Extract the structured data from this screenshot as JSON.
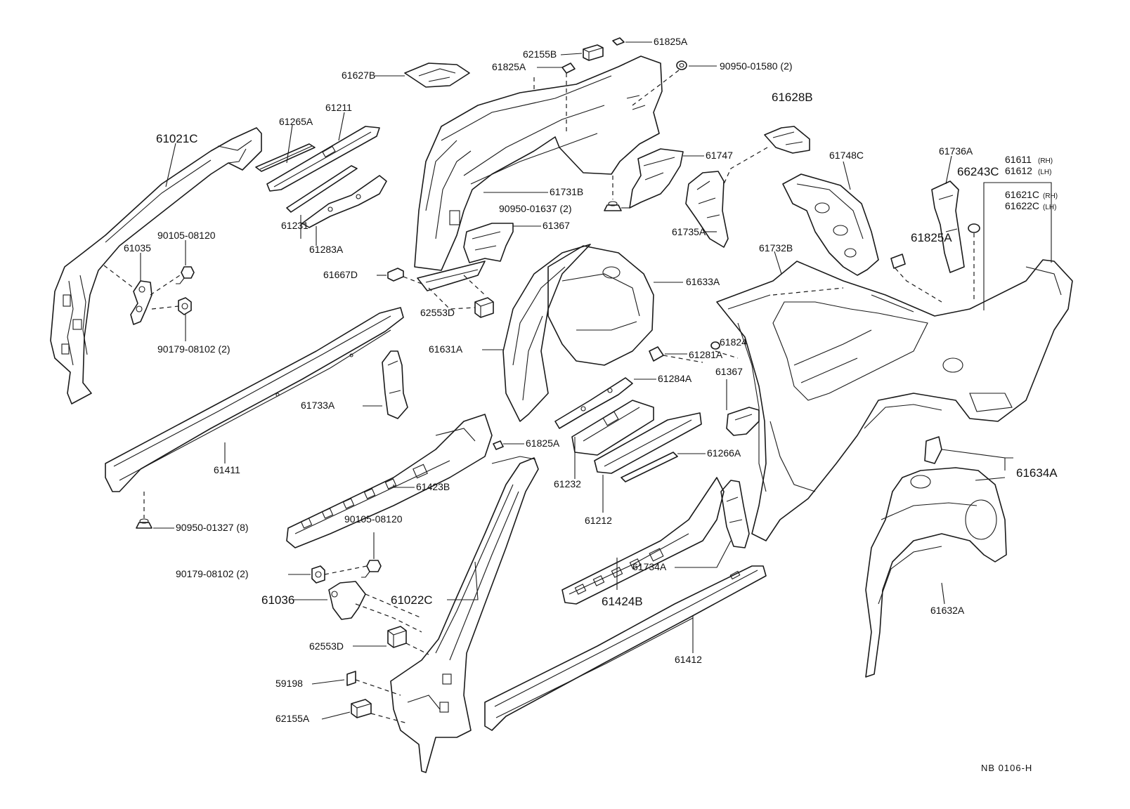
{
  "labels": {
    "p62155B": "62155B",
    "p61825A_top": "61825A",
    "p61825A_mid": "61825A",
    "p90950_01580": "90950-01580 (2)",
    "p61627B": "61627B",
    "p61628B": "61628B",
    "p61021C": "61021C",
    "p61265A": "61265A",
    "p61211": "61211",
    "p61747": "61747",
    "p61748C": "61748C",
    "p61736A": "61736A",
    "p61611": "61611",
    "p61611_side": "(RH)",
    "p61612": "61612",
    "p61612_side": "(LH)",
    "p66243C": "66243C",
    "p61621C": "61621C",
    "p61621C_side": "(RH)",
    "p61622C": "61622C",
    "p61622C_side": "(LH)",
    "p90105_08120_top": "90105-08120",
    "p61035": "61035",
    "p61731B": "61731B",
    "p90950_01637": "90950-01637 (2)",
    "p61231": "61231",
    "p61367_top": "61367",
    "p61735A": "61735A",
    "p61825A_right": "61825A",
    "p61283A": "61283A",
    "p61667D": "61667D",
    "p61732B": "61732B",
    "p61633A": "61633A",
    "p62553D_top": "62553D",
    "p90179_08102_top": "90179-08102 (2)",
    "p61631A": "61631A",
    "p61824": "61824",
    "p61281A": "61281A",
    "p61284A": "61284A",
    "p61367_right": "61367",
    "p61733A": "61733A",
    "p61825A_low": "61825A",
    "p61266A": "61266A",
    "p61411": "61411",
    "p61232": "61232",
    "p61634A": "61634A",
    "p61423B": "61423B",
    "p61212": "61212",
    "p90950_01327": "90950-01327 (8)",
    "p90105_08120_low": "90105-08120",
    "p90179_08102_low": "90179-08102 (2)",
    "p61734A": "61734A",
    "p61036": "61036",
    "p61022C": "61022C",
    "p61424B": "61424B",
    "p61632A": "61632A",
    "p62553D_low": "62553D",
    "p61412": "61412",
    "p59198": "59198",
    "p62155A": "62155A",
    "drawing_code": "NB  0106-H"
  }
}
